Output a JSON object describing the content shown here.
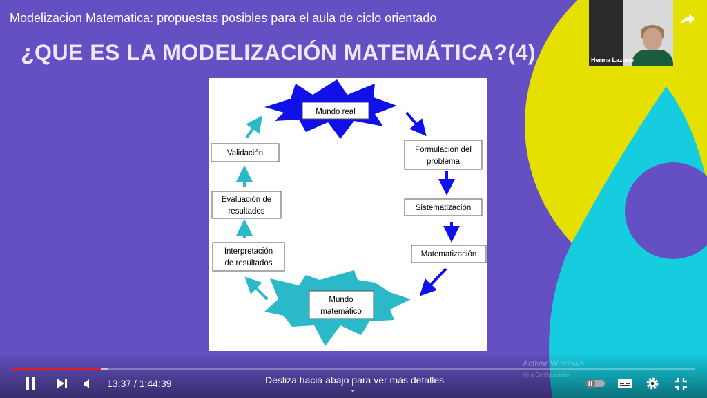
{
  "video": {
    "title": "Modelizacion Matematica: propuestas posibles para el aula de ciclo orientado"
  },
  "slide": {
    "heading": "¿QUE ES LA MODELIZACIÓN MATEMÁTICA?(4)",
    "diagram": {
      "mundo_real": "Mundo real",
      "formulacion_1": "Formulación del",
      "formulacion_2": "problema",
      "sistematizacion": "Sistematización",
      "matematizacion": "Matematización",
      "mundo_mat_1": "Mundo",
      "mundo_mat_2": "matemático",
      "interpretacion_1": "Interpretación",
      "interpretacion_2": "de resultados",
      "evaluacion_1": "Evaluación de",
      "evaluacion_2": "resultados",
      "validacion": "Validación"
    }
  },
  "participant": {
    "name": "Herma Lazarte"
  },
  "watermark": {
    "line1": "Activar Windows",
    "line2": "Ve a Configuración"
  },
  "player": {
    "current_time": "13:37",
    "duration": "1:44:39",
    "time_label": "13:37 / 1:44:39",
    "progress_percent": 13,
    "buffered_percent": 14,
    "hint": "Desliza hacia abajo para ver más detalles",
    "chevron": "⌄",
    "icons": [
      "pause-icon",
      "next-icon",
      "volume-icon",
      "autoplay-toggle",
      "subtitles-icon",
      "settings-icon",
      "exit-fullscreen-icon",
      "share-icon"
    ]
  },
  "colors": {
    "background": "#6450c2",
    "yellow": "#e6e000",
    "cyan": "#16cde0",
    "progress": "#e01b24",
    "star_blue": "#1010e8",
    "star_cyan": "#2bb8c8"
  }
}
